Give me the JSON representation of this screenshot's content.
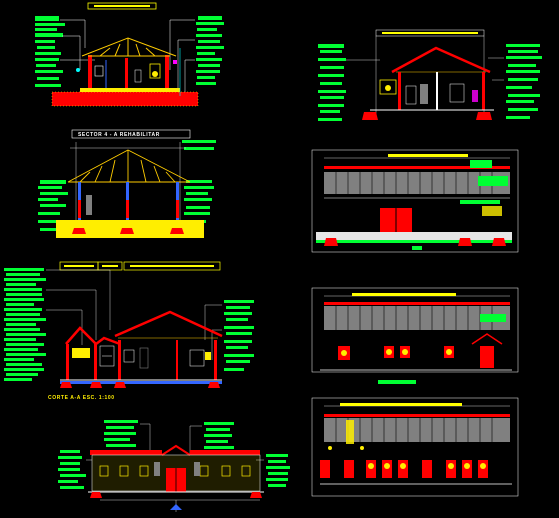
{
  "drawings": [
    {
      "name": "section-top-left"
    },
    {
      "name": "section-sector-4",
      "title": "SECTOR 4 - A REHABILITAR"
    },
    {
      "name": "section-corte-aa",
      "caption": "CORTE A-A ESC. 1:100"
    },
    {
      "name": "section-bottom-center"
    },
    {
      "name": "section-top-right"
    },
    {
      "name": "elevation-right-1"
    },
    {
      "name": "elevation-right-2"
    },
    {
      "name": "elevation-right-3"
    }
  ],
  "colors": {
    "background": "#000000",
    "annotation_green": "#00ff33",
    "dimension_yellow": "#ffff00",
    "wall_red": "#ff0000",
    "roof_truss": "#ffcc00",
    "fill_yellow": "#ffee00",
    "outline_white": "#ffffff",
    "hatch_grey": "#808080",
    "accent_magenta": "#ff00ff",
    "accent_blue": "#3366ff",
    "accent_cyan": "#00ffff"
  }
}
